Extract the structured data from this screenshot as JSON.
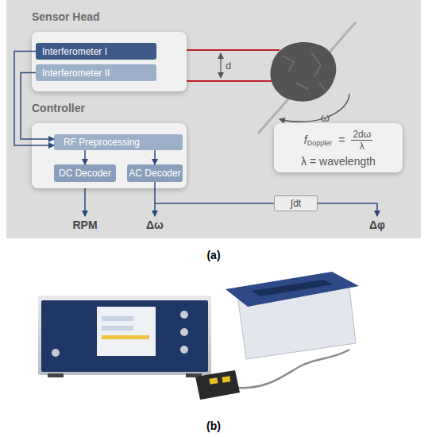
{
  "diagram": {
    "nodes": [
      {
        "text": [
          "Sensor Head"
        ]
      },
      {
        "text": [
          "Interferometer I"
        ],
        "in": 0
      },
      {
        "text": [
          "Interferometer II"
        ],
        "in": 0
      },
      {
        "text": [
          "Controller"
        ]
      },
      {
        "text": [
          "RF Preprocessing"
        ],
        "in": 3
      },
      {
        "text": [
          "DC Decoder"
        ],
        "in": 3
      },
      {
        "text": [
          "AC Decoder"
        ],
        "in": 3
      },
      {
        "text": [
          "f",
          "Doppler",
          "=",
          "2dω",
          "λ",
          "λ = wavelength"
        ]
      },
      {
        "text": [
          "∫dt"
        ]
      }
    ],
    "edges": [
      {
        "from": 1,
        "to": 4,
        "arrow": "to"
      },
      {
        "from": 2,
        "to": 4,
        "arrow": "to"
      },
      {
        "from": 4,
        "to": 5,
        "arrow": "to"
      },
      {
        "from": 4,
        "to": 6,
        "arrow": "to"
      },
      {
        "from": 6,
        "to": 8,
        "arrow": "none"
      }
    ],
    "labels": [
      "d",
      "ω",
      "RPM",
      "Δω",
      "Δφ",
      "(a)",
      "(b)"
    ]
  }
}
